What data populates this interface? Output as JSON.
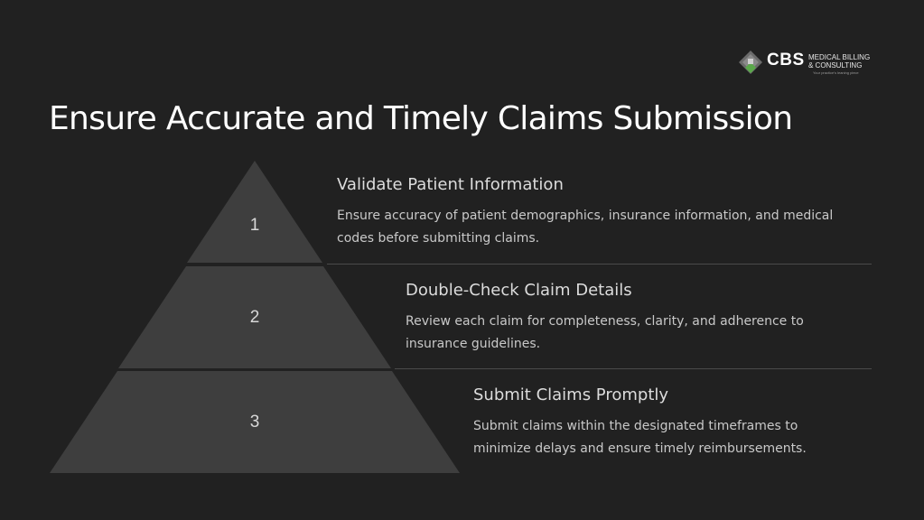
{
  "logo": {
    "abbreviation": "CBS",
    "name_line1": "MEDICAL BILLING",
    "name_line2": "& CONSULTING",
    "tagline": "Your practice's leaning piece"
  },
  "title": "Ensure Accurate and Timely Claims Submission",
  "pyramid": {
    "tiers": [
      {
        "number": "1"
      },
      {
        "number": "2"
      },
      {
        "number": "3"
      }
    ]
  },
  "steps": [
    {
      "title": "Validate Patient Information",
      "desc_line1": "Ensure accuracy of patient demographics, insurance information, and medical",
      "desc_line2": "codes before submitting claims."
    },
    {
      "title": "Double-Check Claim Details",
      "desc_line1": "Review each claim for completeness, clarity, and adherence to",
      "desc_line2": "insurance guidelines."
    },
    {
      "title": "Submit Claims Promptly",
      "desc_line1": "Submit claims within the designated timeframes to",
      "desc_line2": "minimize delays and ensure timely reimbursements."
    }
  ],
  "colors": {
    "background": "#212121",
    "tier_fill": "#3e3e3e",
    "logo_green": "#5aa84a"
  }
}
